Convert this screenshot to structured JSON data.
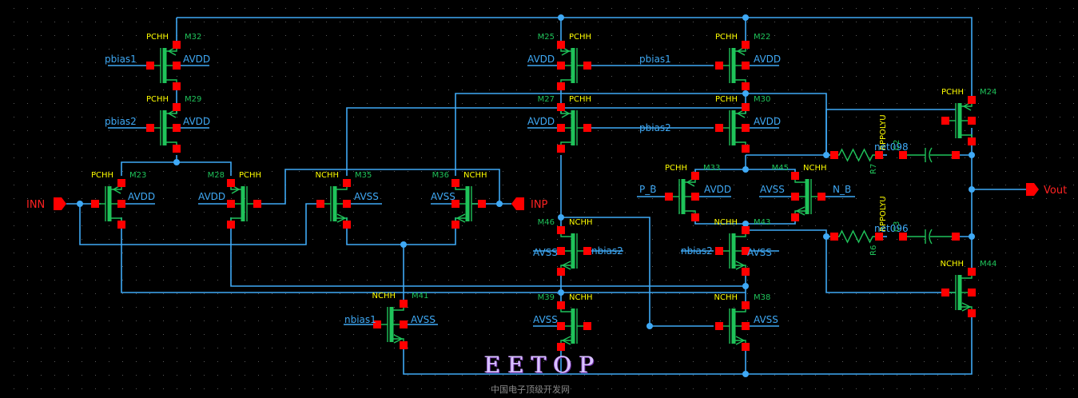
{
  "window": {
    "title": "Schematic editor - two-stage op-amp"
  },
  "colors": {
    "wire": "#3fa9f5",
    "device": "#1fc35a",
    "pin": "#ff0000",
    "model_label": "#ffff00",
    "background": "#000000"
  },
  "transistors": [
    {
      "name": "M32",
      "model": "PCHH",
      "type": "p",
      "gate": "pbias1",
      "bulk": "AVDD"
    },
    {
      "name": "M29",
      "model": "PCHH",
      "type": "p",
      "gate": "pbias2",
      "bulk": "AVDD"
    },
    {
      "name": "M23",
      "model": "PCHH",
      "type": "p",
      "gate": "INN",
      "bulk": "AVDD"
    },
    {
      "name": "M28",
      "model": "PCHH",
      "type": "p",
      "gate": "",
      "bulk": "AVDD"
    },
    {
      "name": "M35",
      "model": "NCHH",
      "type": "n",
      "gate": "",
      "bulk": "AVSS"
    },
    {
      "name": "M36",
      "model": "NCHH",
      "type": "n",
      "gate": "INP",
      "bulk": "AVSS"
    },
    {
      "name": "M25",
      "model": "PCHH",
      "type": "p",
      "gate": "pbias1",
      "bulk": "AVDD"
    },
    {
      "name": "M22",
      "model": "PCHH",
      "type": "p",
      "gate": "pbias1",
      "bulk": "AVDD"
    },
    {
      "name": "M27",
      "model": "PCHH",
      "type": "p",
      "gate": "pbias2",
      "bulk": "AVDD"
    },
    {
      "name": "M30",
      "model": "PCHH",
      "type": "p",
      "gate": "pbias2",
      "bulk": "AVDD"
    },
    {
      "name": "M33",
      "model": "PCHH",
      "type": "p",
      "gate": "P_B",
      "bulk": "AVDD"
    },
    {
      "name": "M45",
      "model": "NCHH",
      "type": "n",
      "gate": "N_B",
      "bulk": "AVSS"
    },
    {
      "name": "M46",
      "model": "NCHH",
      "type": "n",
      "gate": "nbias2",
      "bulk": "AVSS"
    },
    {
      "name": "M43",
      "model": "NCHH",
      "type": "n",
      "gate": "nbias2",
      "bulk": "AVSS"
    },
    {
      "name": "M41",
      "model": "NCHH",
      "type": "n",
      "gate": "nbias1",
      "bulk": "AVSS"
    },
    {
      "name": "M39",
      "model": "NCHH",
      "type": "n",
      "gate": "",
      "bulk": "AVSS"
    },
    {
      "name": "M38",
      "model": "NCHH",
      "type": "n",
      "gate": "",
      "bulk": "AVSS"
    },
    {
      "name": "M24",
      "model": "PCHH",
      "type": "p",
      "gate": "",
      "bulk": ""
    },
    {
      "name": "M44",
      "model": "NCHH",
      "type": "n",
      "gate": "",
      "bulk": ""
    }
  ],
  "resistors": [
    {
      "name": "R7",
      "model": "RPPOLYU",
      "net": "net098"
    },
    {
      "name": "R6",
      "model": "RPPOLYU",
      "net": "net096"
    }
  ],
  "capacitors": [
    {
      "name": "C2"
    },
    {
      "name": "C3"
    }
  ],
  "net_labels": {
    "pbias1": "pbias1",
    "pbias2": "pbias2",
    "nbias1": "nbias1",
    "nbias2": "nbias2",
    "avdd": "AVDD",
    "avss": "AVSS",
    "p_b": "P_B",
    "n_b": "N_B",
    "net098": "net098",
    "net096": "net096"
  },
  "ports": {
    "inn": "INN",
    "inp": "INP",
    "vout": "Vout"
  },
  "watermark": {
    "brand": "EETOP",
    "tagline": "中国电子顶级开发网"
  }
}
